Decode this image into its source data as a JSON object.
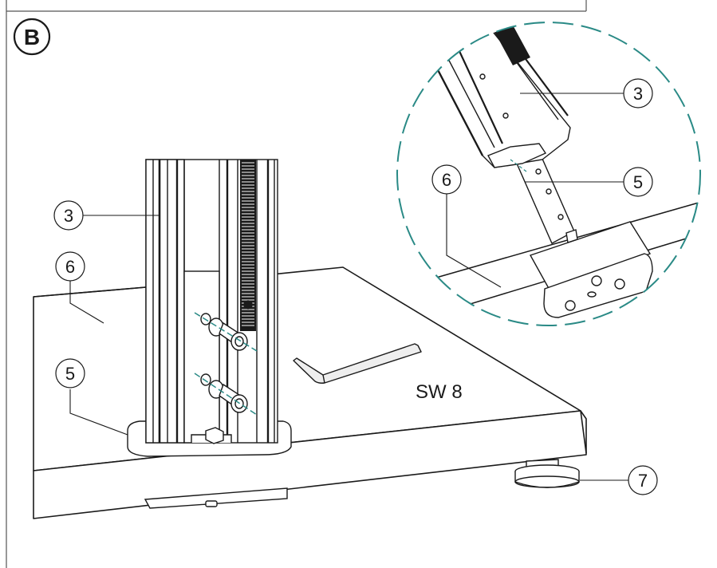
{
  "step": {
    "letter": "B"
  },
  "callouts": {
    "main_3": "3",
    "main_6": "6",
    "main_5": "5",
    "main_7": "7",
    "detail_3": "3",
    "detail_6": "6",
    "detail_5": "5"
  },
  "tool_label": "SW 8",
  "colors": {
    "line": "#1a1a1a",
    "detail_circle": "#2a8a86",
    "axis_line": "#2a8a86"
  }
}
